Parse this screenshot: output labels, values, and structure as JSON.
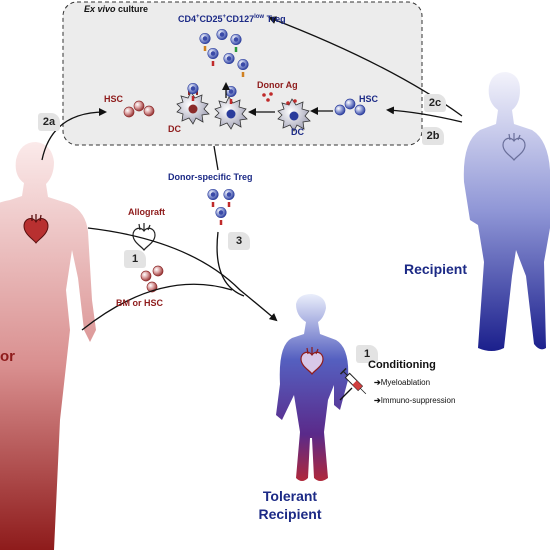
{
  "culture_box": {
    "title_italic": "Ex vivo",
    "title_rest": " culture"
  },
  "treg_label": {
    "pre": "CD4",
    "sup1": "+",
    "mid1": "CD25",
    "sup2": "+",
    "mid2": "CD127",
    "sup3": "low",
    "post": " Treg"
  },
  "cells": {
    "hsc_left": "HSC",
    "hsc_right": "HSC",
    "dc_left": "DC",
    "dc_right": "DC",
    "donor_ag": "Donor Ag",
    "donor_specific_treg": "Donor-specific Treg"
  },
  "steps": {
    "s2a": "2a",
    "s2b": "2b",
    "s2c": "2c",
    "s3": "3",
    "s1_left": "1",
    "s1_right": "1"
  },
  "labels": {
    "allograft": "Allograft",
    "bm_hsc": "BM or HSC",
    "donor_partial": "or",
    "recipient": "Recipient",
    "tolerant_line1": "Tolerant",
    "tolerant_line2": "Recipient"
  },
  "conditioning": {
    "title": "Conditioning",
    "items": [
      "Myeloablation",
      "Immuno-suppression"
    ]
  },
  "colors": {
    "donor_red": "#8e1b1b",
    "recipient_blue": "#1c2a86",
    "box_fill": "#ececec"
  }
}
